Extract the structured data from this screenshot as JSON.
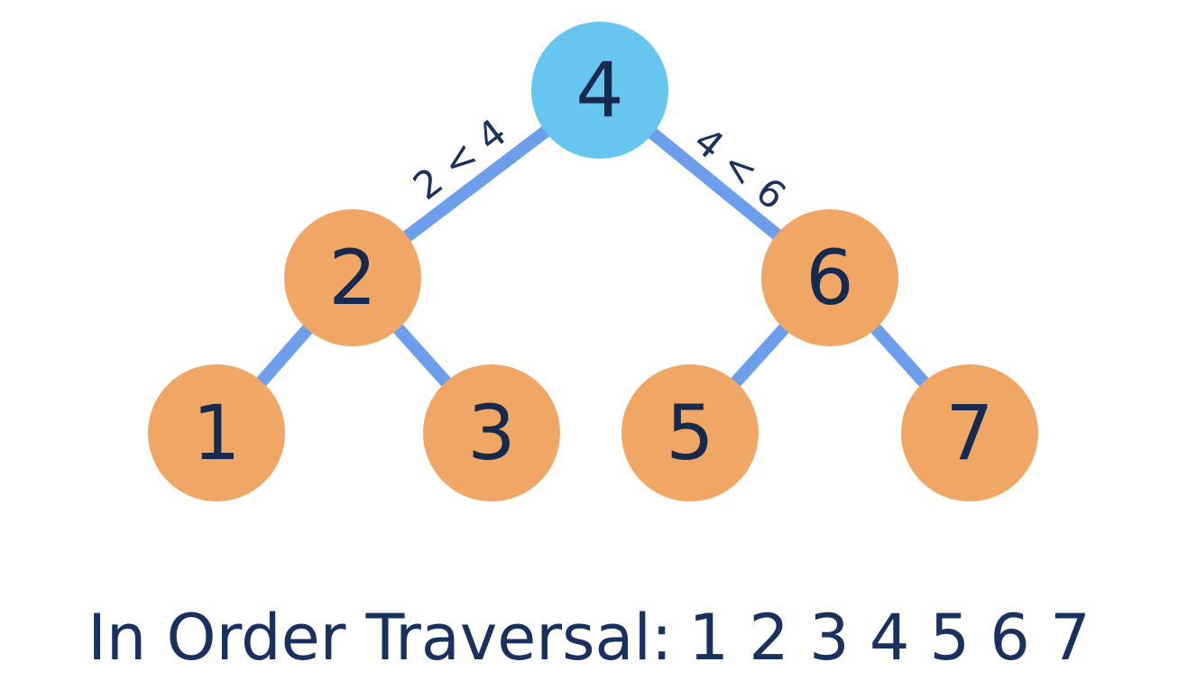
{
  "diagram": {
    "type": "binary-search-tree",
    "colors": {
      "root_node_fill": "#67C6F0",
      "node_fill": "#F0A765",
      "edge_stroke": "#6D9EEB",
      "text": "#16294E",
      "background": "#ffffff"
    },
    "tree": {
      "nodes": [
        {
          "label": "4",
          "role": "root",
          "fill": "blue"
        },
        {
          "label": "2",
          "role": "child",
          "fill": "orange"
        },
        {
          "label": "6",
          "role": "child",
          "fill": "orange"
        },
        {
          "label": "1",
          "role": "leaf",
          "fill": "orange"
        },
        {
          "label": "3",
          "role": "leaf",
          "fill": "orange"
        },
        {
          "label": "5",
          "role": "leaf",
          "fill": "orange"
        },
        {
          "label": "7",
          "role": "leaf",
          "fill": "orange"
        }
      ],
      "edges": [
        {
          "from": "4",
          "to": "2",
          "label": "2 < 4"
        },
        {
          "from": "4",
          "to": "6",
          "label": "4 < 6"
        },
        {
          "from": "2",
          "to": "1",
          "label": ""
        },
        {
          "from": "2",
          "to": "3",
          "label": ""
        },
        {
          "from": "6",
          "to": "5",
          "label": ""
        },
        {
          "from": "6",
          "to": "7",
          "label": ""
        }
      ]
    },
    "caption": {
      "label": "In Order Traversal:",
      "sequence": "1 2 3 4 5 6 7"
    }
  }
}
